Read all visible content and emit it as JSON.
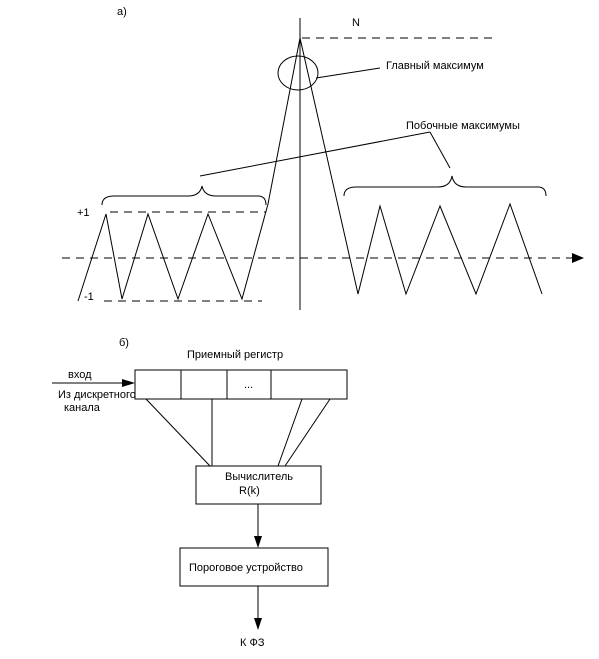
{
  "labels": {
    "panel_a": "а)",
    "panel_b": "б)",
    "peak_n": "N",
    "main_max": "Главный максимум",
    "side_max": "Побочные максимумы",
    "plus_one": "+1",
    "minus_one": "-1",
    "register_title": "Приемный регистр",
    "input_line1": "вход",
    "input_line2": "Из дискретного",
    "input_line3": "канала",
    "cell_ellipsis": "...",
    "calc_line1": "Вычислитель",
    "calc_line2": "R(k)",
    "threshold": "Пороговое устройство",
    "output": "К ФЗ"
  },
  "colors": {
    "stroke": "#000000",
    "background": "#ffffff"
  }
}
